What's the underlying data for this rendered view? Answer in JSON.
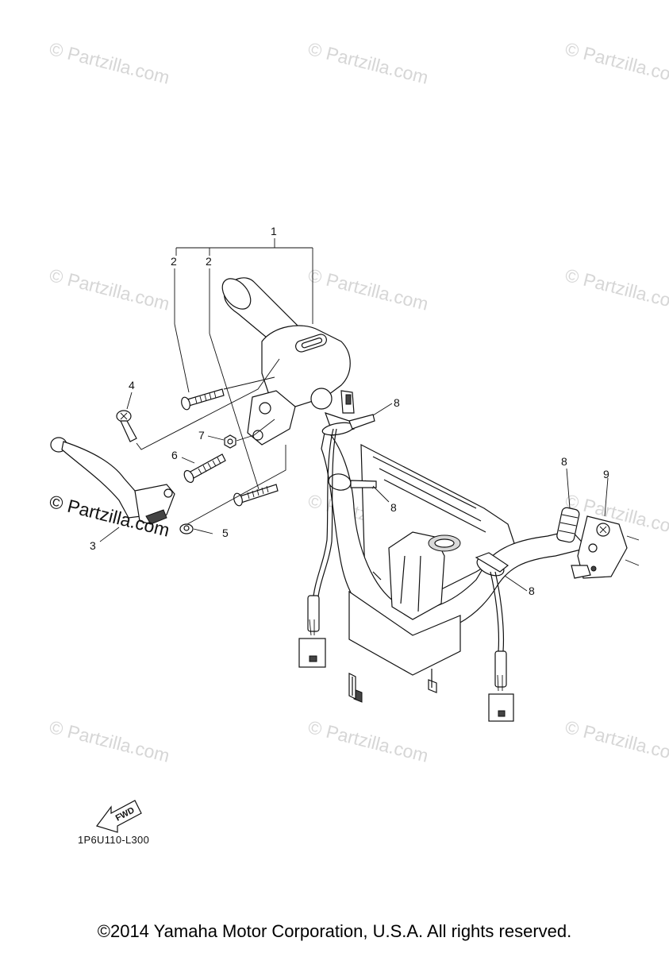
{
  "watermark_text": "© Partzilla.com",
  "callouts": {
    "c1": "1",
    "c2a": "2",
    "c2b": "2",
    "c3": "3",
    "c4": "4",
    "c5": "5",
    "c6": "6",
    "c7": "7",
    "c8a": "8",
    "c8b": "8",
    "c8c": "8",
    "c8d": "8",
    "c9": "9"
  },
  "fwd_label": "FWD",
  "part_code": "1P6U110-L300",
  "copyright": "©2014 Yamaha Motor Corporation, U.S.A. All rights reserved."
}
